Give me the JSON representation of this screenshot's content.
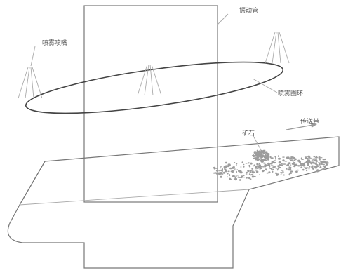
{
  "labels": {
    "vibrating_pipe": "振动管",
    "spray_nozzle": "喷雾喷嘴",
    "spray_ring": "喷雾圈环",
    "ore": "矿石",
    "conveyor": "传送带"
  },
  "colors": {
    "line": "#777777",
    "ore": "#9c9c9c",
    "background": "#ffffff"
  }
}
